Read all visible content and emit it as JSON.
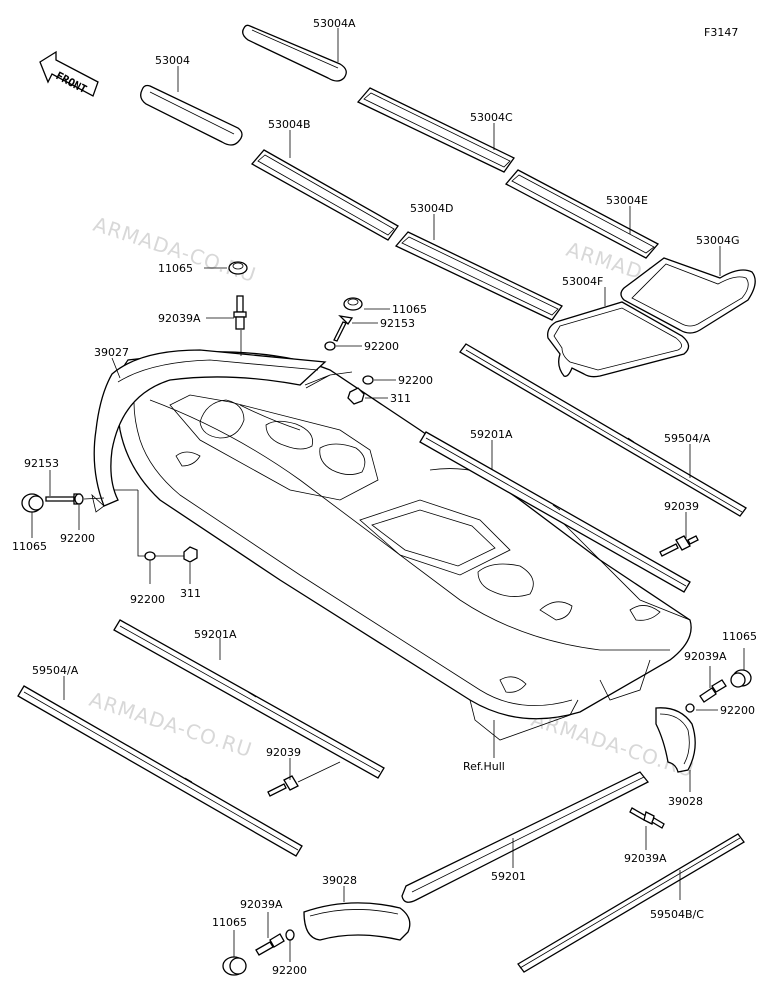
{
  "figure_code": "F3147",
  "front_label": "FRONT",
  "watermark": "ARMADA-CO.RU",
  "ref_hull": "Ref.Hull",
  "labels": {
    "p53004A": "53004A",
    "p53004": "53004",
    "p53004B": "53004B",
    "p53004C": "53004C",
    "p53004D": "53004D",
    "p53004E": "53004E",
    "p53004F": "53004F",
    "p53004G": "53004G",
    "p11065_a": "11065",
    "p92039A_a": "92039A",
    "p11065_b": "11065",
    "p92153_a": "92153",
    "p92200_a": "92200",
    "p92200_b": "92200",
    "p311_a": "311",
    "p39027": "39027",
    "p92153_b": "92153",
    "p11065_c": "11065",
    "p92200_c": "92200",
    "p92200_d": "92200",
    "p311_b": "311",
    "p59201A_a": "59201A",
    "p59504A_a": "59504/A",
    "p92039_a": "92039",
    "p59201A_b": "59201A",
    "p59504A_b": "59504/A",
    "p92039_b": "92039",
    "p11065_d": "11065",
    "p92039A_b": "92039A",
    "p92200_e": "92200",
    "p39028_a": "39028",
    "p92039A_c": "92039A",
    "p59201": "59201",
    "p59504BC": "59504B/C",
    "p39028_b": "39028",
    "p92039A_d": "92039A",
    "p11065_e": "11065",
    "p92200_f": "92200"
  }
}
